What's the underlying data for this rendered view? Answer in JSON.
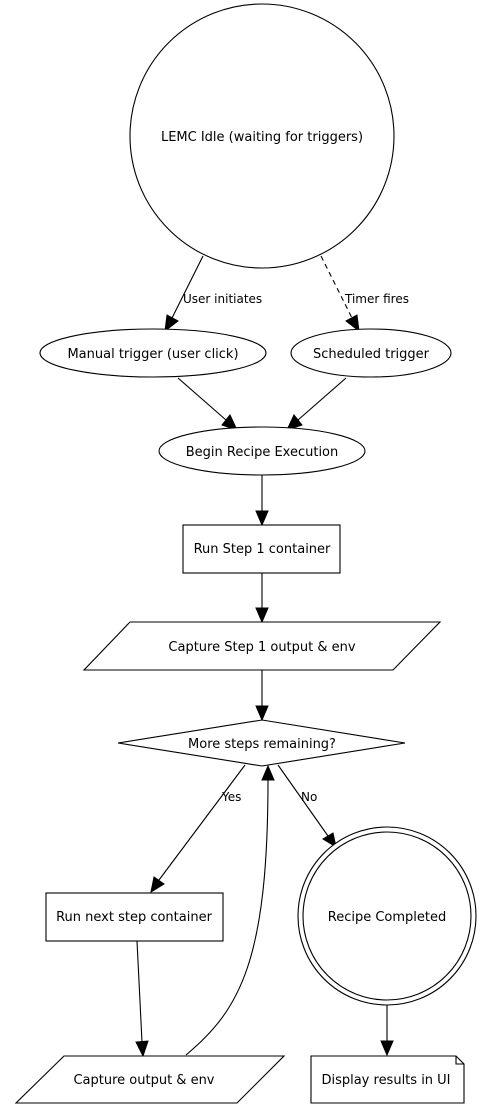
{
  "nodes": {
    "idle": "LEMC Idle (waiting for triggers)",
    "manual": "Manual trigger (user click)",
    "scheduled": "Scheduled trigger",
    "begin": "Begin Recipe Execution",
    "step1": "Run Step 1 container",
    "capture1": "Capture Step 1 output & env",
    "more": "More steps remaining?",
    "next": "Run next step container",
    "completed": "Recipe Completed",
    "capture": "Capture output & env",
    "display": "Display results in UI"
  },
  "edges": {
    "user_initiates": "User initiates",
    "timer_fires": "Timer fires",
    "yes": "Yes",
    "no": "No"
  }
}
